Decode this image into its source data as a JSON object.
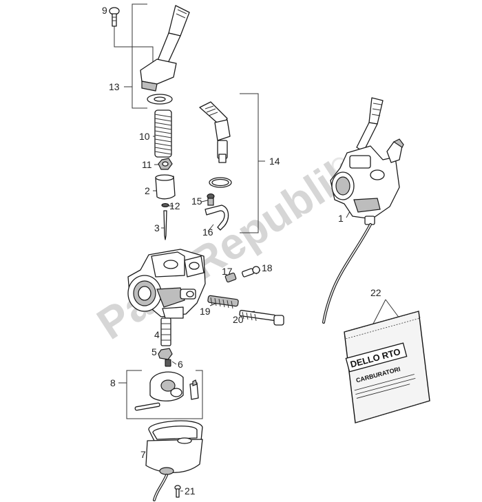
{
  "watermark": "PartsRepublik",
  "callouts": [
    {
      "id": "1",
      "label": "1"
    },
    {
      "id": "2",
      "label": "2"
    },
    {
      "id": "3",
      "label": "3"
    },
    {
      "id": "4",
      "label": "4"
    },
    {
      "id": "5",
      "label": "5"
    },
    {
      "id": "6",
      "label": "6"
    },
    {
      "id": "7",
      "label": "7"
    },
    {
      "id": "8",
      "label": "8"
    },
    {
      "id": "9",
      "label": "9"
    },
    {
      "id": "10",
      "label": "10"
    },
    {
      "id": "11",
      "label": "11"
    },
    {
      "id": "12",
      "label": "12"
    },
    {
      "id": "13",
      "label": "13"
    },
    {
      "id": "14",
      "label": "14"
    },
    {
      "id": "15",
      "label": "15"
    },
    {
      "id": "16",
      "label": "16"
    },
    {
      "id": "17",
      "label": "17"
    },
    {
      "id": "18",
      "label": "18"
    },
    {
      "id": "19",
      "label": "19"
    },
    {
      "id": "20",
      "label": "20"
    },
    {
      "id": "21",
      "label": "21"
    },
    {
      "id": "22",
      "label": "22"
    }
  ],
  "bag": {
    "brand": "DELLO RTO",
    "subtitle": "CARBURATORI"
  }
}
